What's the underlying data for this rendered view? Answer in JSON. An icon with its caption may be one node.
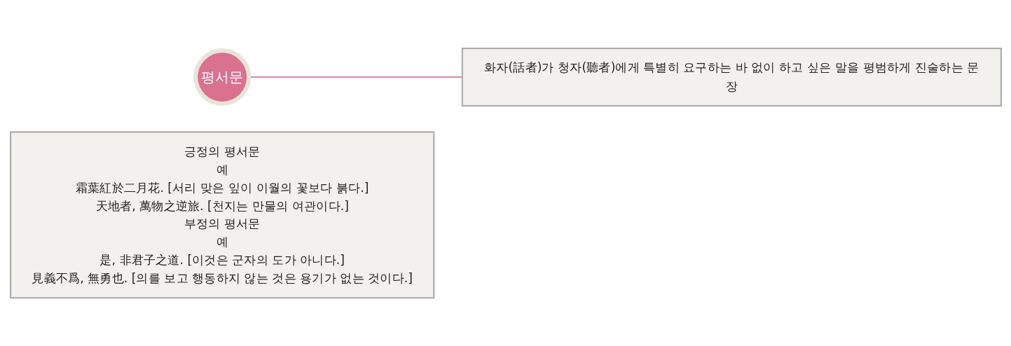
{
  "diagram": {
    "nodes": [
      {
        "text": [
          "평서문"
        ]
      },
      {
        "text": [
          "화자(話者)가 청자(聽者)에게 특별히 요구하는 바 없이 하고 싶은 말을 평범하게 진술하는 문장"
        ]
      },
      {
        "text": [
          "긍정의 평서문",
          "예",
          "霜葉紅於二月花. [서리 맞은 잎이 이월의 꽃보다 붉다.]",
          "天地者, 萬物之逆旅. [천지는 만물의 여관이다.]",
          "부정의 평서문",
          "예",
          "是, 非君子之道. [이것은 군자의 도가 아니다.]",
          "見義不爲, 無勇也. [의를 보고 행동하지 않는 것은 용기가 없는 것이다.]"
        ]
      }
    ],
    "edges": [
      {
        "from": 0,
        "to": 1,
        "arrow": "none"
      }
    ]
  }
}
